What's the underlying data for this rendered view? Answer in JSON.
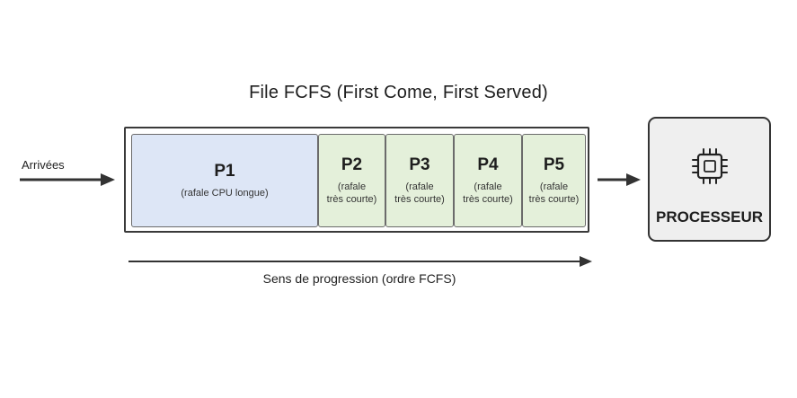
{
  "title": "File FCFS (First Come, First Served)",
  "arrivals_label": "Arrivées",
  "processes": [
    {
      "name": "P1",
      "desc_line1": "(rafale CPU longue)",
      "desc_line2": "",
      "kind": "long"
    },
    {
      "name": "P2",
      "desc_line1": "(rafale",
      "desc_line2": "très courte)",
      "kind": "short"
    },
    {
      "name": "P3",
      "desc_line1": "(rafale",
      "desc_line2": "très courte)",
      "kind": "short"
    },
    {
      "name": "P4",
      "desc_line1": "(rafale",
      "desc_line2": "très courte)",
      "kind": "short"
    },
    {
      "name": "P5",
      "desc_line1": "(rafale",
      "desc_line2": "très courte)",
      "kind": "short"
    }
  ],
  "processor_label": "PROCESSEUR",
  "processor_icon": "cpu-chip-icon",
  "progression_label": "Sens de progression (ordre FCFS)",
  "colors": {
    "long_burst": "#dde6f6",
    "short_burst": "#e4f0da",
    "processor_bg": "#efefef",
    "arrow": "#333333"
  }
}
